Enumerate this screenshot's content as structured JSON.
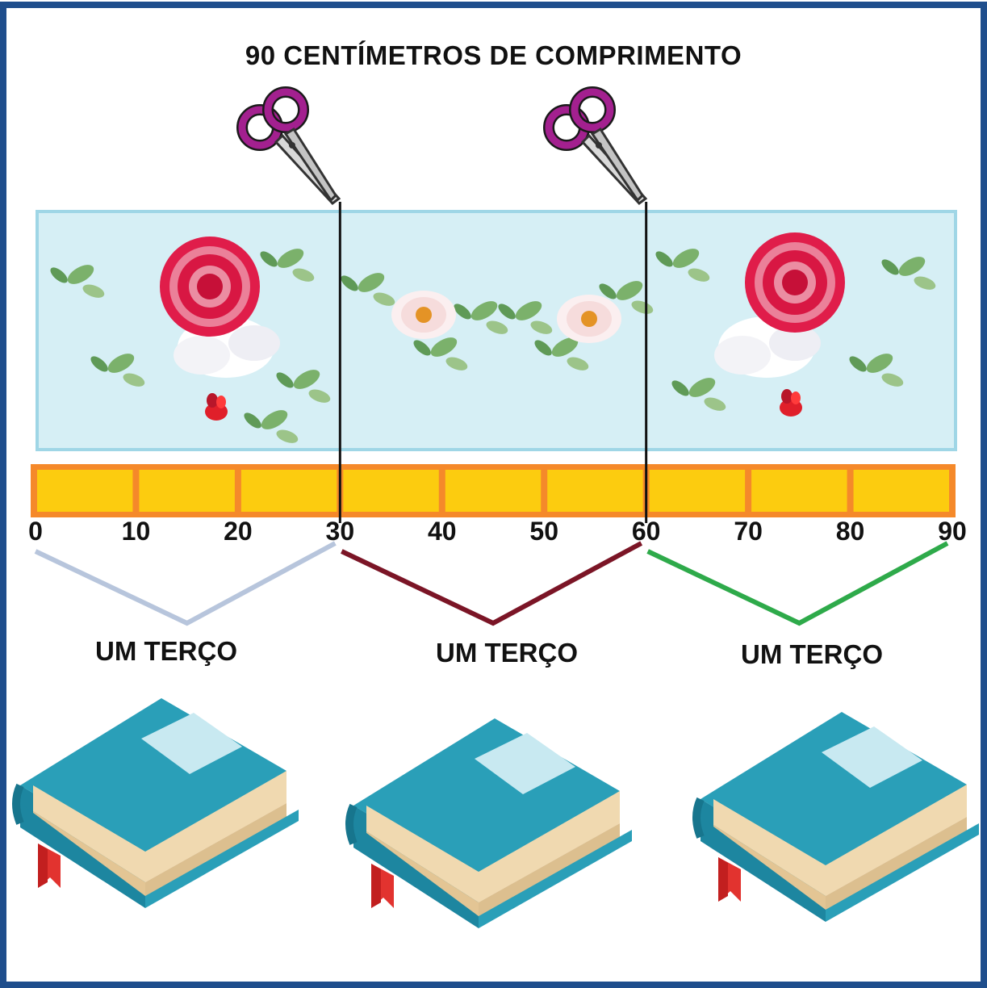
{
  "title": "90 CENTÍMETROS DE COMPRIMENTO",
  "ruler": {
    "total_cm": 90,
    "segment_cm": 10,
    "ticks": [
      "0",
      "10",
      "20",
      "30",
      "40",
      "50",
      "60",
      "70",
      "80",
      "90"
    ],
    "cut_marks_cm": [
      30,
      60
    ]
  },
  "thirds": [
    {
      "label": "UM TERÇO",
      "from_cm": 0,
      "to_cm": 30,
      "color": "#b7c5dc"
    },
    {
      "label": "UM TERÇO",
      "from_cm": 30,
      "to_cm": 60,
      "color": "#7b1526"
    },
    {
      "label": "UM TERÇO",
      "from_cm": 60,
      "to_cm": 90,
      "color": "#2eaa4a"
    }
  ],
  "colors": {
    "border": "#1f4e8c",
    "fabric": "#d6eff5",
    "fabric_border": "#9fd6e6",
    "ruler_fill": "#fccc0f",
    "ruler_stroke": "#f5892a",
    "book_cover": "#2a9fb8",
    "scissors": "#a3208f"
  },
  "icons": [
    "scissors-icon",
    "flower-bouquet",
    "book-icon",
    "bookmark-ribbon"
  ]
}
